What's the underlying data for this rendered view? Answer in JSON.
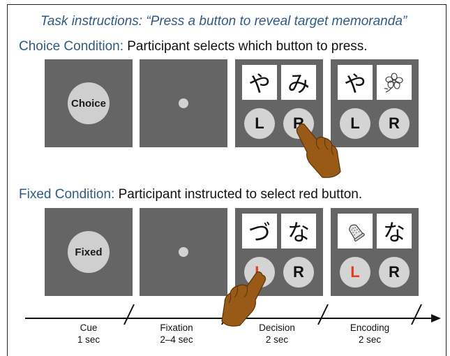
{
  "header": {
    "task_instructions": "Task instructions: “Press a button to reveal target memoranda”"
  },
  "choice_condition": {
    "name": "Choice Condition:",
    "description": " Participant selects which button to press.",
    "cue_label": "Choice",
    "decision": {
      "left_card": "や",
      "right_card": "み",
      "left_button": "L",
      "right_button": "R"
    },
    "encoding": {
      "left_card": "や",
      "right_card_icon": "flower-icon",
      "left_button": "L",
      "right_button": "R"
    }
  },
  "fixed_condition": {
    "name": "Fixed Condition:",
    "description": " Participant instructed to select red button.",
    "cue_label": "Fixed",
    "decision": {
      "left_card": "づ",
      "right_card": "な",
      "left_button": "L",
      "right_button": "R"
    },
    "encoding": {
      "left_card_icon": "thimble-icon",
      "right_card": "な",
      "left_button": "L",
      "right_button": "R"
    }
  },
  "timeline": {
    "phases": [
      {
        "name": "Cue",
        "duration": "1 sec"
      },
      {
        "name": "Fixation",
        "duration": "2–4 sec"
      },
      {
        "name": "Decision",
        "duration": "2 sec"
      },
      {
        "name": "Encoding",
        "duration": "2 sec"
      }
    ]
  },
  "colors": {
    "condition_blue": "#2f5a84",
    "panel_gray": "#656565",
    "button_gray": "#d4d4d4",
    "red_button_text": "#e43a1c",
    "hand_brown": "#9a5a17"
  }
}
